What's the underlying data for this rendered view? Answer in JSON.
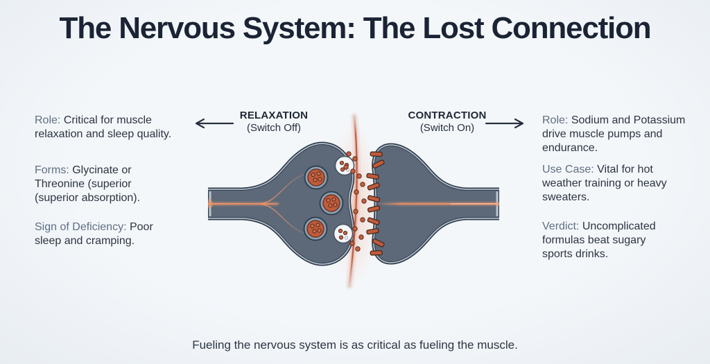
{
  "title": "The Nervous System: The Lost Connection",
  "left_panel": {
    "items": [
      {
        "label": "Role:",
        "text": "Critical for muscle\nrelaxation and sleep quality."
      },
      {
        "label": "Forms:",
        "text": "Glycinate or\nThreonine (superior\n(superior absorption)."
      },
      {
        "label": "Sign of Deficiency:",
        "text": "Poor\nsleep and cramping."
      }
    ]
  },
  "right_panel": {
    "items": [
      {
        "label": "Role:",
        "text": "Sodium and Potassium\ndrive muscle pumps and\nendurance."
      },
      {
        "label": "Use Case:",
        "text": "Vital for hot\nweather training or heavy\nsweaters."
      },
      {
        "label": "Verdict:",
        "text": "Uncomplicated\nformulas beat sugary\nsports drinks."
      }
    ]
  },
  "diagram": {
    "left_label": {
      "title": "RELAXATION",
      "subtitle": "(Switch Off)"
    },
    "right_label": {
      "title": "CONTRACTION",
      "subtitle": "(Switch On)"
    },
    "left_arrow_icon": "arrow-left",
    "right_arrow_icon": "arrow-right"
  },
  "caption": "Fueling the nervous system is as critical as fueling the muscle.",
  "colors": {
    "background": "#f0f4f8",
    "title_text": "#1b2435",
    "label_text": "#5f6e82",
    "body_text": "#2b3441",
    "arrow": "#27303e",
    "neuron_fill": "#5d6979",
    "neuron_outline": "#323e4d",
    "neuron_inner_rim": "#b7c3ce",
    "vesicle_ring": "#8ba0b2",
    "vesicle_fill": "#bf5b3c",
    "receptor_fill": "#bf5b3c",
    "neurotransmitter_dot": "#c2603f",
    "signal_orange": "#ef9468",
    "cleft_line_red": "#c05538"
  }
}
